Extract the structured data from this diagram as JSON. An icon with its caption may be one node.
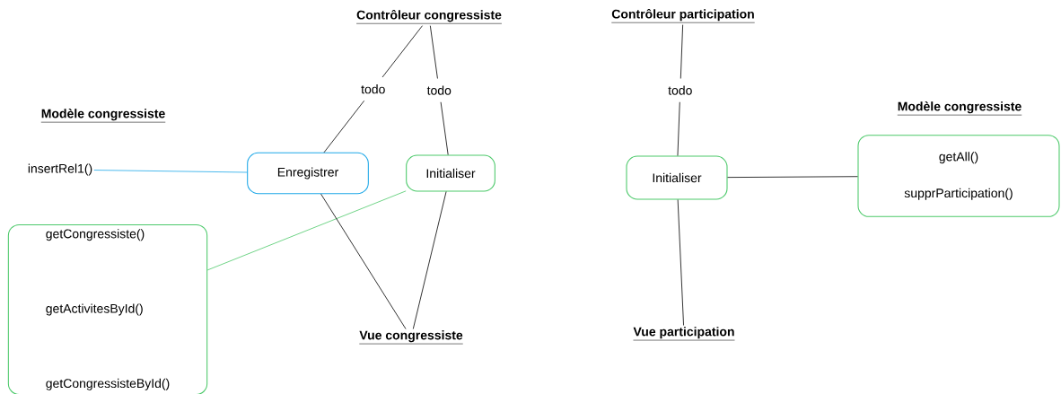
{
  "diagram": {
    "nodes": [
      {
        "text": [
          "Contrôleur congressiste"
        ]
      },
      {
        "text": [
          "Contrôleur participation"
        ]
      },
      {
        "text": [
          "insertRel1()"
        ]
      },
      {
        "text": [
          "Enregistrer"
        ]
      },
      {
        "text": [
          "Initialiser"
        ]
      },
      {
        "text": [
          "Initialiser"
        ]
      },
      {
        "text": [
          "getAll()",
          "supprParticipation()"
        ]
      },
      {
        "text": [
          "getCongressiste()",
          "getActivitesById()",
          "getCongressisteById()"
        ]
      },
      {
        "text": [
          "Vue congressiste"
        ]
      },
      {
        "text": [
          "Vue participation"
        ]
      }
    ],
    "edges": [
      {
        "from": 0,
        "to": 3,
        "arrow": "none",
        "label": "todo"
      },
      {
        "from": 0,
        "to": 4,
        "arrow": "none",
        "label": "todo"
      },
      {
        "from": 1,
        "to": 5,
        "arrow": "none",
        "label": "todo"
      },
      {
        "from": 2,
        "to": 3,
        "arrow": "none",
        "color": "#1fa8e8"
      },
      {
        "from": 4,
        "to": 7,
        "arrow": "none",
        "color": "#4cc96a"
      },
      {
        "from": 3,
        "to": 8,
        "arrow": "none"
      },
      {
        "from": 4,
        "to": 8,
        "arrow": "none"
      },
      {
        "from": 5,
        "to": 6,
        "arrow": "none"
      },
      {
        "from": 5,
        "to": 9,
        "arrow": "none"
      }
    ],
    "labels": [
      "Modèle congressiste",
      "Modèle congressiste"
    ]
  }
}
